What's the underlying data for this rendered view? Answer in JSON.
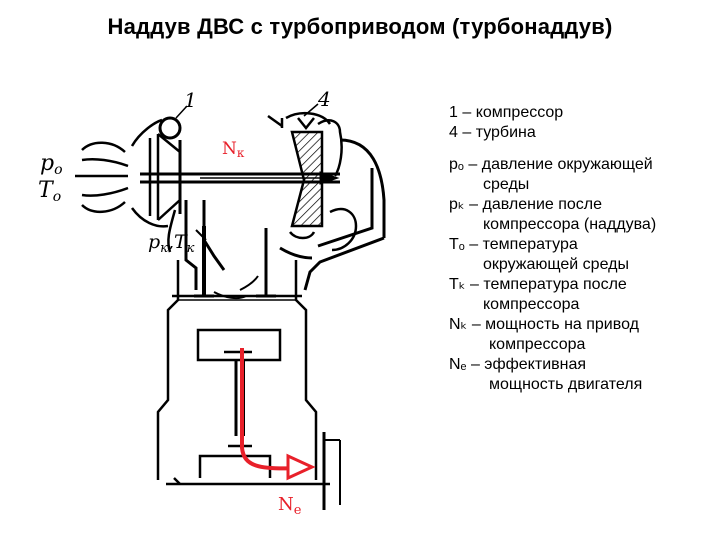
{
  "title": "Наддув ДВС с турбоприводом (турбонаддув)",
  "labels": {
    "num_compressor": "1",
    "num_turbine": "4",
    "p0": "p",
    "p0_sub": "o",
    "t0": "T",
    "t0_sub": "o",
    "nk": "N",
    "nk_sub": "к",
    "pk": "p",
    "pk_sub": "к",
    "pk_sep": ",",
    "tk": "T",
    "tk_sub": "к",
    "ne": "N",
    "ne_sub": "e"
  },
  "legend": {
    "l1": "1 – компрессор",
    "l2": "4 – турбина",
    "l3a": "pₒ – давление окружающей",
    "l3b": "среды",
    "l4a": "pₖ – давление после",
    "l4b": "компрессора (наддува)",
    "l5a": "Tₒ – температура",
    "l5b": "окружающей среды",
    "l6a": "Tₖ – температура после",
    "l6b": "компрессора",
    "l7a": "Nₖ – мощность на привод",
    "l7b": "компрессора",
    "l8a": "Nₑ – эффективная",
    "l8b": "мощность двигателя"
  },
  "colors": {
    "line": "#000000",
    "power_arrow": "#e8202a",
    "background": "#ffffff"
  },
  "icons": {
    "compressor": "compressor-wheel-icon",
    "turbine": "turbine-wheel-icon",
    "piston": "piston-icon",
    "valve": "valve-icon",
    "shaft": "shaft-icon",
    "power_arrow": "power-arrow-icon"
  }
}
